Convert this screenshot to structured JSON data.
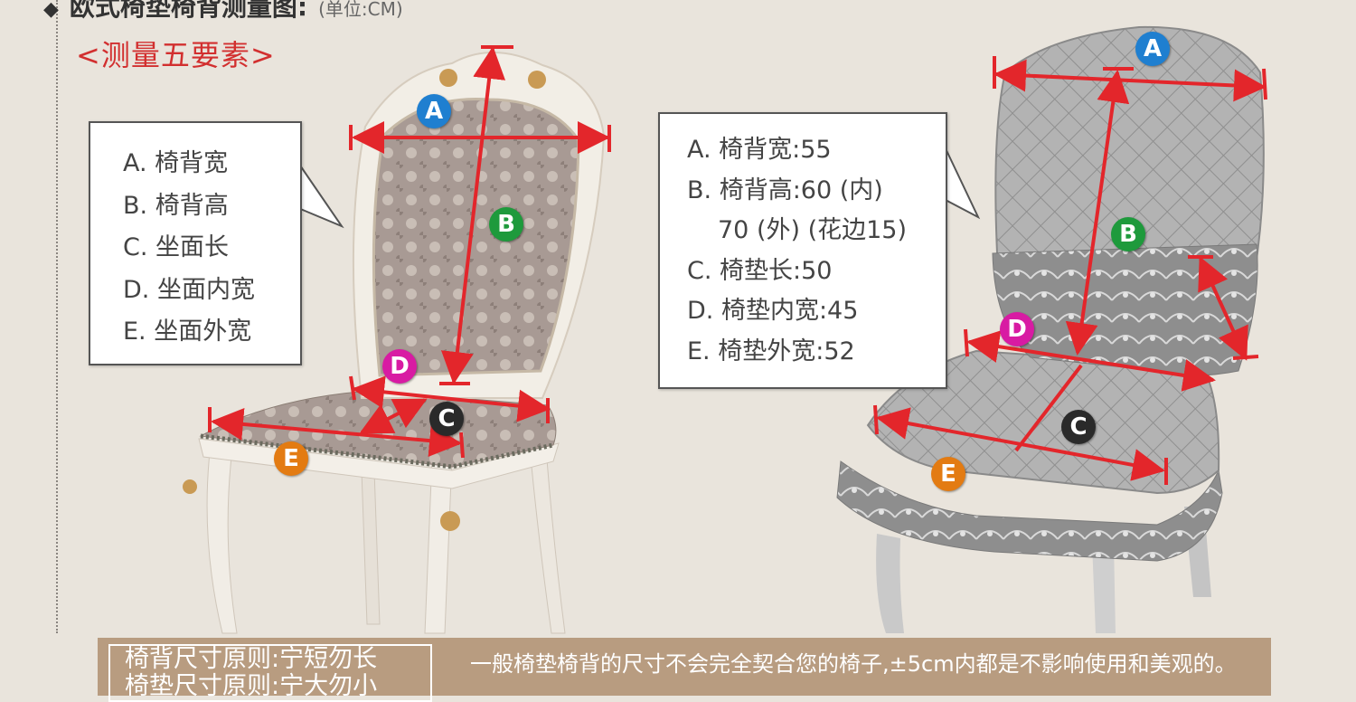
{
  "header": {
    "title": "欧式椅垫椅背测量图:",
    "unit": "(单位:CM)",
    "subtitle": "<测量五要素>"
  },
  "left_callout": {
    "items": [
      "A. 椅背宽",
      "B. 椅背高",
      "C. 坐面长",
      "D. 坐面内宽",
      "E. 坐面外宽"
    ]
  },
  "right_callout": {
    "items": [
      "A. 椅背宽:55",
      "B. 椅背高:60 (内)",
      "70 (外) (花边15)",
      "C. 椅垫长:50",
      "D. 椅垫内宽:45",
      "E. 椅垫外宽:52"
    ]
  },
  "markers": {
    "a": "A",
    "b": "B",
    "c": "C",
    "d": "D",
    "e": "E"
  },
  "marker_colors": {
    "a": "#1f7fd0",
    "b": "#1e9a3c",
    "c": "#2a2a2a",
    "d": "#d81ba3",
    "e": "#e37b12"
  },
  "arrow_color": "#e3262b",
  "footer": {
    "rule_back": "椅背尺寸原则:宁短勿长",
    "rule_cushion": "椅垫尺寸原则:宁大勿小",
    "note": "一般椅垫椅背的尺寸不会完全契合您的椅子,±5cm内都是不影响使用和美观的。"
  }
}
